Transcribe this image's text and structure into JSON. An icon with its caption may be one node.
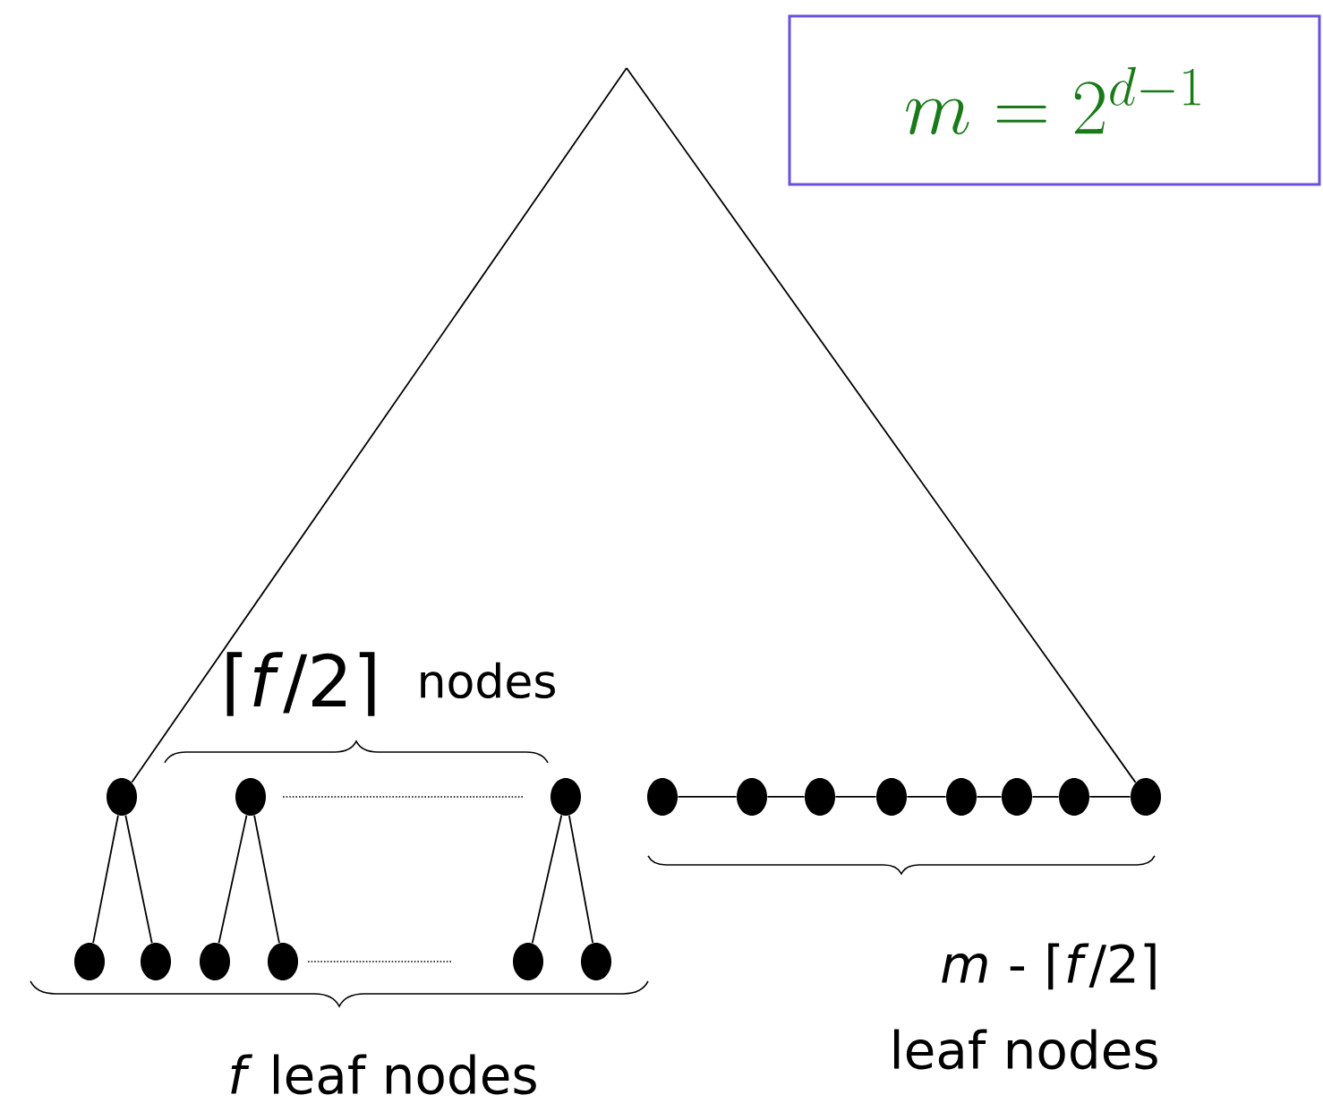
{
  "diagram": {
    "nodes": [
      {
        "text": [
          "m = 2^{d - 1}"
        ]
      },
      {
        "text": [],
        "shape": "circle"
      },
      {
        "text": [],
        "shape": "circle"
      },
      {
        "text": [],
        "shape": "circle"
      },
      {
        "text": [],
        "shape": "circle"
      },
      {
        "text": [],
        "shape": "circle"
      },
      {
        "text": [],
        "shape": "circle"
      },
      {
        "text": [],
        "shape": "circle"
      },
      {
        "text": [],
        "shape": "circle"
      },
      {
        "text": [],
        "shape": "circle"
      },
      {
        "text": [],
        "shape": "circle"
      },
      {
        "text": [],
        "shape": "circle"
      },
      {
        "text": [],
        "shape": "circle"
      },
      {
        "text": [],
        "shape": "circle"
      },
      {
        "text": [],
        "shape": "circle"
      },
      {
        "text": [],
        "shape": "circle"
      },
      {
        "text": [],
        "shape": "circle"
      },
      {
        "text": [],
        "shape": "circle"
      }
    ],
    "edges": [
      {
        "from": null,
        "to": 1,
        "arrow": "none"
      },
      {
        "from": null,
        "to": 11,
        "arrow": "none"
      },
      {
        "from": 1,
        "to": 12,
        "arrow": "none"
      },
      {
        "from": 1,
        "to": 13,
        "arrow": "none"
      },
      {
        "from": 2,
        "to": 14,
        "arrow": "none"
      },
      {
        "from": 2,
        "to": 15,
        "arrow": "none"
      },
      {
        "from": 3,
        "to": 16,
        "arrow": "none"
      },
      {
        "from": 3,
        "to": 17,
        "arrow": "none"
      },
      {
        "from": 4,
        "to": 5,
        "arrow": "none"
      },
      {
        "from": 5,
        "to": 6,
        "arrow": "none"
      },
      {
        "from": 6,
        "to": 7,
        "arrow": "none"
      },
      {
        "from": 7,
        "to": 8,
        "arrow": "none"
      },
      {
        "from": 8,
        "to": 9,
        "arrow": "none"
      },
      {
        "from": 9,
        "to": 10,
        "arrow": "none"
      },
      {
        "from": 10,
        "to": 11,
        "arrow": "none"
      }
    ],
    "labels": [
      "⌈*f*/2⌉",
      "nodes",
      "*m* - ⌈*f*/2⌉ leaf nodes",
      "*f* leaf nodes"
    ]
  }
}
